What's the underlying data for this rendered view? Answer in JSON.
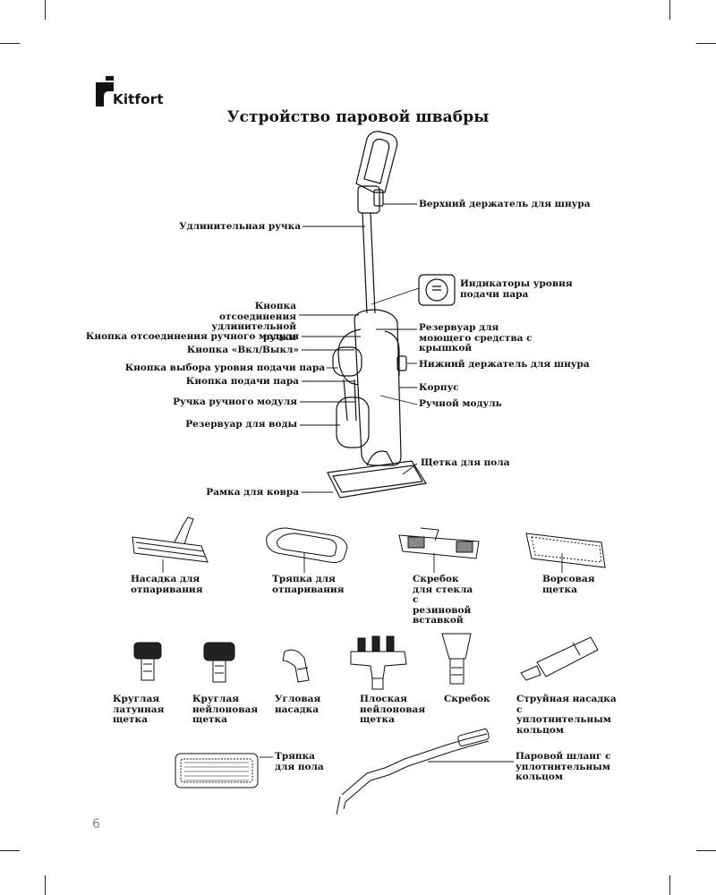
{
  "brand": {
    "name": "Kitfort"
  },
  "title": "Устройство паровой швабры",
  "page_number": "6",
  "callouts_left": [
    "Удлинительная ручка",
    "Кнопка отсоединения удлинительной ручки",
    "Кнопка отсоединения ручного модуля",
    "Кнопка «Вкл/Выкл»",
    "Кнопка выбора уровня подачи пара",
    "Кнопка подачи пара",
    "Ручка ручного модуля",
    "Резервуар для воды",
    "Рамка для ковра"
  ],
  "callouts_right": [
    "Верхний держатель для шнура",
    "Индикаторы уровня подачи пара",
    "Резервуар для моющего средства с крышкой",
    "Нижний держатель для шнура",
    "Корпус",
    "Ручной модуль",
    "Щетка для пола"
  ],
  "accessories": [
    "Насадка для отпаривания",
    "Тряпка для отпаривания",
    "Скребок для стекла с резиновой вставкой",
    "Ворсовая щетка",
    "Круглая латунная щетка",
    "Круглая нейлоновая щетка",
    "Угловая насадка",
    "Плоская нейлоновая щетка",
    "Скребок",
    "Струйная насадка с уплотнительным кольцом",
    "Тряпка для пола",
    "Паровой шланг с уплотнительным кольцом"
  ],
  "colors": {
    "ink": "#111111",
    "page_number": "#888888"
  }
}
